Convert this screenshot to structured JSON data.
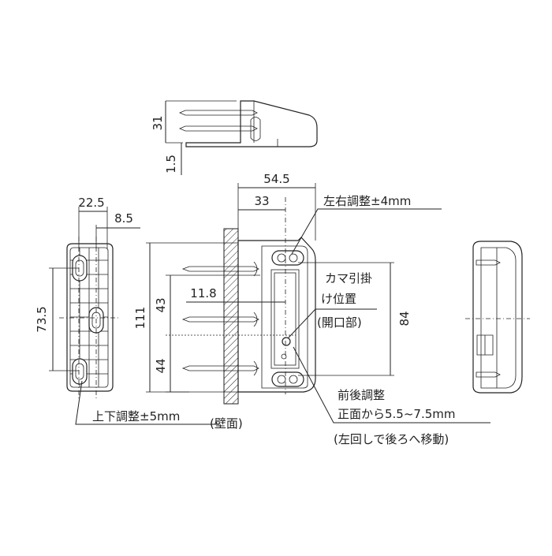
{
  "dimensions": {
    "d31": "31",
    "d1_5": "1.5",
    "d54_5": "54.5",
    "d33": "33",
    "d22_5": "22.5",
    "d8_5": "8.5",
    "d73_5": "73.5",
    "d111": "111",
    "d43": "43",
    "d11_8": "11.8",
    "d44": "44",
    "d84": "84"
  },
  "labels": {
    "lateral_adjust": "左右調整±4mm",
    "latch_line1": "カマ引掛",
    "latch_line2": "け位置",
    "latch_line3": "(開口部)",
    "vertical_adjust": "上下調整±5mm",
    "wall": "(壁面)",
    "depth_line1": "前後調整",
    "depth_line2": "正面から5.5~7.5mm",
    "depth_line3": "(左回しで後ろへ移動)"
  }
}
